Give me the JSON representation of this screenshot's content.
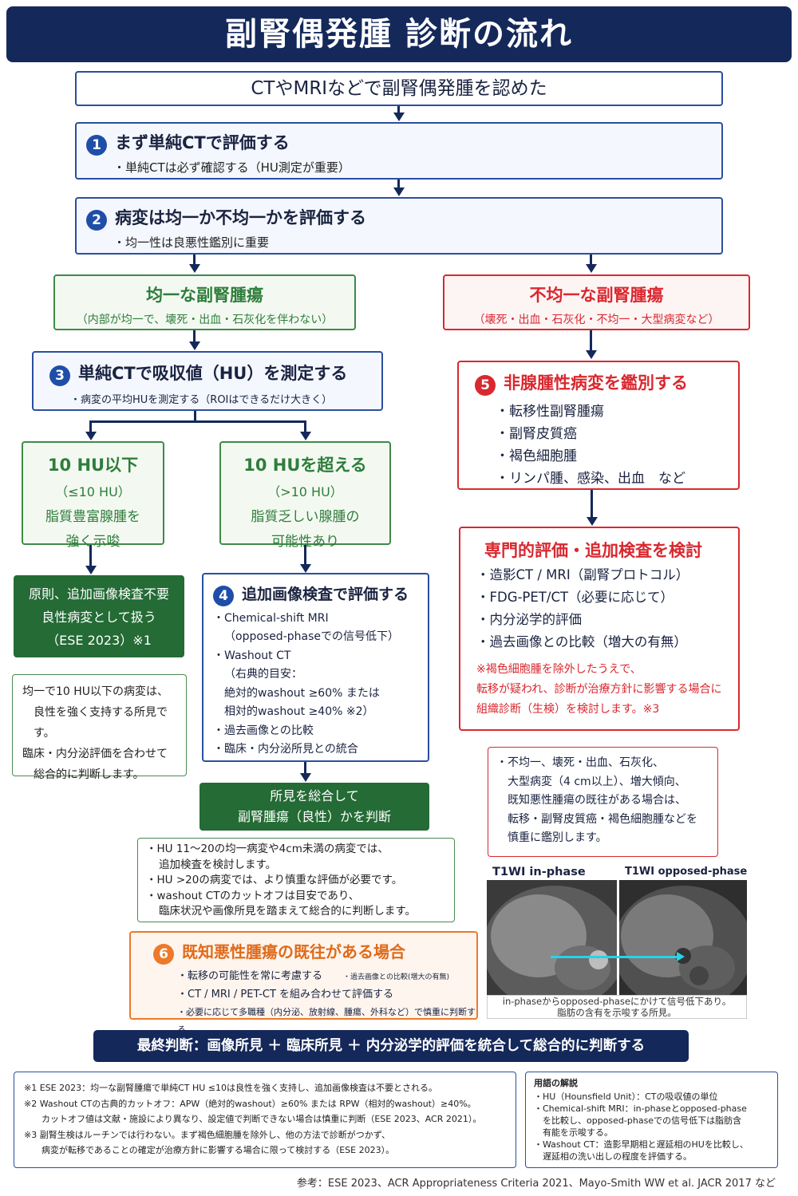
{
  "title": "副腎偶発腫 診断の流れ",
  "start": "CTやMRIなどで副腎偶発腫を認めた",
  "step1": {
    "num": "1",
    "title": "まず単純CTで評価する",
    "note": "・単純CTは必ず確認する（HU測定が重要）"
  },
  "step2": {
    "num": "2",
    "title": "病変は均一か不均一かを評価する",
    "note": "・均一性は良悪性鑑別に重要"
  },
  "homogeneous": {
    "title": "均一な副腎腫瘍",
    "sub": "（内部が均一で、壊死・出血・石灰化を伴わない）"
  },
  "heterogeneous": {
    "title": "不均一な副腎腫瘍",
    "sub": "（壊死・出血・石灰化・不均一・大型病変など）"
  },
  "step3": {
    "num": "3",
    "title": "単純CTで吸収値（HU）を測定する",
    "note": "・病変の平均HUを測定する（ROIはできるだけ大きく）"
  },
  "le10": {
    "title": "10 HU以下",
    "l1": "（≤10 HU）",
    "l2": "脂質豊富腺腫を",
    "l3": "強く示唆"
  },
  "gt10": {
    "title": "10 HUを超える",
    "l1": "（>10 HU）",
    "l2": "脂質乏しい腺腫の",
    "l3": "可能性あり"
  },
  "principle": {
    "l1": "原則、追加画像検査不要",
    "l2": "良性病変として扱う",
    "l3": "（ESE 2023）※1"
  },
  "note_green": [
    "均一で10 HU以下の病変は、",
    "良性を強く支持する所見です。",
    "臨床・内分泌評価を合わせて",
    "総合的に判断します。"
  ],
  "step4": {
    "num": "4",
    "title": "追加画像検査で評価する",
    "lines": [
      "・Chemical-shift MRI",
      "（opposed-phaseでの信号低下）",
      "・Washout CT",
      "（右典的目安：",
      "絶対的washout ≥60% または",
      "相対的washout ≥40% ※2）",
      "・過去画像との比較",
      "・臨床・内分泌所見との統合"
    ]
  },
  "synth": {
    "l1": "所見を総合して",
    "l2": "副腎腫瘍（良性）かを判断"
  },
  "note_mid": [
    "・HU 11〜20の均一病変や4cm未満の病変では、",
    "追加検査を検討します。",
    "・HU >20の病変では、より慎重な評価が必要です。",
    "・washout CTのカットオフは目安であり、",
    "臨床状況や画像所見を踏まえて総合的に判断します。"
  ],
  "step5": {
    "num": "5",
    "title": "非腺腫性病変を鑑別する",
    "items": [
      "転移性副腎腫瘍",
      "副腎皮質癌",
      "褐色細胞腫",
      "リンパ腫、感染、出血　など"
    ]
  },
  "expert": {
    "title": "専門的評価・追加検査を検討",
    "items": [
      "造影CT / MRI（副腎プロトコル）",
      "FDG-PET/CT（必要に応じて）",
      "内分泌学的評価",
      "過去画像との比較（増大の有無）"
    ],
    "warn": [
      "※褐色細胞腫を除外したうえで、",
      "転移が疑われ、診断が治療方針に影響する場合に",
      "組織診断（生検）を検討します。※3"
    ]
  },
  "note_red": [
    "・不均一、壊死・出血、石灰化、",
    "大型病変（4 cm以上）、増大傾向、",
    "既知悪性腫瘍の既往がある場合は、",
    "転移・副腎皮質癌・褐色細胞腫などを",
    "慎重に鑑別します。"
  ],
  "step6": {
    "num": "6",
    "title": "既知悪性腫瘍の既往がある場合",
    "items": [
      "転移の可能性を常に考慮する",
      "CT / MRI / PET-CT を組み合わせて評価する",
      "必要に応じて多職種（内分泌、放射線、腫瘍、外科など）で慎重に判断する"
    ],
    "side": "・過去画像との比較(増大の有無)"
  },
  "mri": {
    "label1": "T1WI in-phase",
    "label2": "T1WI opposed-phase",
    "caption1": "in-phaseからopposed-phaseにかけて信号低下あり。",
    "caption2": "脂肪の含有を示唆する所見。"
  },
  "final": "最終判断：画像所見 ＋ 臨床所見 ＋ 内分泌学的評価を統合して総合的に判断する",
  "footnotes": [
    "※1 ESE 2023：均一な副腎腫瘍で単純CT HU ≤10は良性を強く支持し、追加画像検査は不要とされる。",
    "※2 Washout CTの古典的カットオフ：APW（絶対的washout）≥60% または RPW（相対的washout）≥40%。",
    "　　カットオフ値は文献・施設により異なり、設定値で判断できない場合は慎重に判断（ESE 2023、ACR 2021）。",
    "※3 副腎生検はルーチンでは行わない。まず褐色細胞腫を除外し、他の方法で診断がつかず、",
    "　　病変が転移であることの確定が治療方針に影響する場合に限って検討する（ESE 2023）。"
  ],
  "glossary": {
    "title": "用語の解説",
    "lines": [
      "・HU（Hounsfield Unit）：CTの吸収値の単位",
      "・Chemical-shift MRI：in-phaseとopposed-phase",
      "　を比較し、opposed-phaseでの信号低下は脂肪含",
      "　有能を示唆する。",
      "・Washout CT：造影早期相と遅延相のHUを比較し、",
      "　遅延相の洗い出しの程度を評価する。"
    ]
  },
  "reference": "参考：ESE 2023、ACR Appropriateness Criteria 2021、Mayo-Smith WW et al. JACR 2017 など",
  "colors": {
    "navy": "#14285a",
    "blue": "#2a4fa0",
    "green": "#3f8a48",
    "darkgreen": "#246b35",
    "red": "#d9282f",
    "orange": "#ec7a2a",
    "cyan": "#27d3e8"
  }
}
